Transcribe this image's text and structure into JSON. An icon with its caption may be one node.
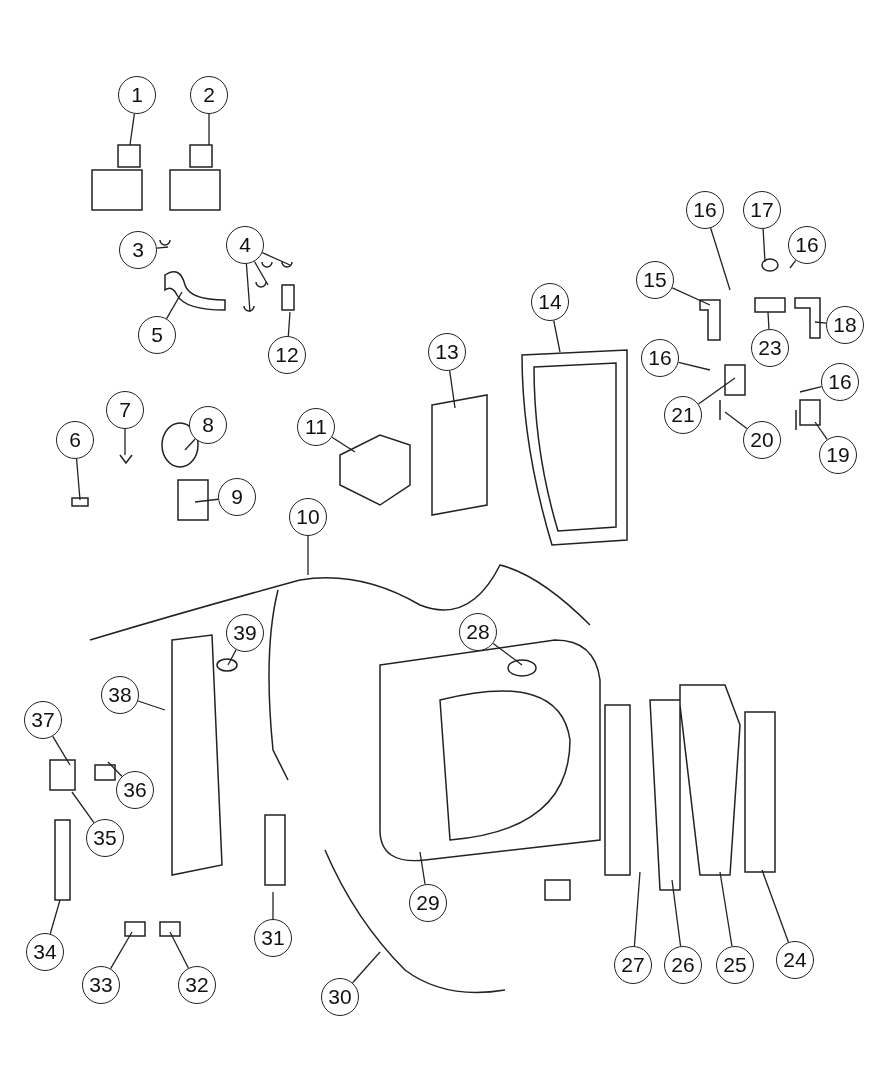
{
  "diagram": {
    "nodes": [
      {
        "text": [
          "1"
        ]
      },
      {
        "text": [
          "2"
        ]
      },
      {
        "text": [
          "3"
        ]
      },
      {
        "text": [
          "4"
        ]
      },
      {
        "text": [
          "5"
        ]
      },
      {
        "text": [
          "6"
        ]
      },
      {
        "text": [
          "7"
        ]
      },
      {
        "text": [
          "8"
        ]
      },
      {
        "text": [
          "9"
        ]
      },
      {
        "text": [
          "10"
        ]
      },
      {
        "text": [
          "11"
        ]
      },
      {
        "text": [
          "12"
        ]
      },
      {
        "text": [
          "13"
        ]
      },
      {
        "text": [
          "14"
        ]
      },
      {
        "text": [
          "15"
        ]
      },
      {
        "text": [
          "16"
        ]
      },
      {
        "text": [
          "16"
        ]
      },
      {
        "text": [
          "16"
        ]
      },
      {
        "text": [
          "16"
        ]
      },
      {
        "text": [
          "17"
        ]
      },
      {
        "text": [
          "18"
        ]
      },
      {
        "text": [
          "19"
        ]
      },
      {
        "text": [
          "20"
        ]
      },
      {
        "text": [
          "21"
        ]
      },
      {
        "text": [
          "23"
        ]
      },
      {
        "text": [
          "24"
        ]
      },
      {
        "text": [
          "25"
        ]
      },
      {
        "text": [
          "26"
        ]
      },
      {
        "text": [
          "27"
        ]
      },
      {
        "text": [
          "28"
        ]
      },
      {
        "text": [
          "29"
        ]
      },
      {
        "text": [
          "30"
        ]
      },
      {
        "text": [
          "31"
        ]
      },
      {
        "text": [
          "32"
        ]
      },
      {
        "text": [
          "33"
        ]
      },
      {
        "text": [
          "34"
        ]
      },
      {
        "text": [
          "35"
        ]
      },
      {
        "text": [
          "36"
        ]
      },
      {
        "text": [
          "37"
        ]
      },
      {
        "text": [
          "38"
        ]
      },
      {
        "text": [
          "39"
        ]
      }
    ],
    "edges": [
      {
        "from": 0,
        "to": null,
        "arrow": "none"
      },
      {
        "from": 1,
        "to": null,
        "arrow": "none"
      },
      {
        "from": 2,
        "to": null,
        "arrow": "none"
      },
      {
        "from": 3,
        "to": null,
        "arrow": "none"
      },
      {
        "from": 3,
        "to": null,
        "arrow": "none"
      },
      {
        "from": 3,
        "to": null,
        "arrow": "none"
      },
      {
        "from": 4,
        "to": null,
        "arrow": "none"
      },
      {
        "from": 5,
        "to": null,
        "arrow": "none"
      },
      {
        "from": 6,
        "to": null,
        "arrow": "none"
      },
      {
        "from": 7,
        "to": null,
        "arrow": "none"
      },
      {
        "from": 8,
        "to": null,
        "arrow": "none"
      },
      {
        "from": 9,
        "to": null,
        "arrow": "none"
      },
      {
        "from": 10,
        "to": null,
        "arrow": "none"
      },
      {
        "from": 11,
        "to": null,
        "arrow": "none"
      },
      {
        "from": 12,
        "to": null,
        "arrow": "none"
      },
      {
        "from": 13,
        "to": null,
        "arrow": "none"
      },
      {
        "from": 14,
        "to": null,
        "arrow": "none"
      },
      {
        "from": 15,
        "to": null,
        "arrow": "none"
      },
      {
        "from": 16,
        "to": null,
        "arrow": "none"
      },
      {
        "from": 17,
        "to": null,
        "arrow": "none"
      },
      {
        "from": 18,
        "to": null,
        "arrow": "none"
      },
      {
        "from": 19,
        "to": null,
        "arrow": "none"
      },
      {
        "from": 20,
        "to": null,
        "arrow": "none"
      },
      {
        "from": 21,
        "to": null,
        "arrow": "none"
      },
      {
        "from": 22,
        "to": null,
        "arrow": "none"
      },
      {
        "from": 23,
        "to": null,
        "arrow": "none"
      },
      {
        "from": 24,
        "to": null,
        "arrow": "none"
      },
      {
        "from": 25,
        "to": null,
        "arrow": "none"
      },
      {
        "from": 26,
        "to": null,
        "arrow": "none"
      },
      {
        "from": 27,
        "to": null,
        "arrow": "none"
      },
      {
        "from": 28,
        "to": null,
        "arrow": "none"
      },
      {
        "from": 29,
        "to": null,
        "arrow": "none"
      },
      {
        "from": 30,
        "to": null,
        "arrow": "none"
      },
      {
        "from": 31,
        "to": null,
        "arrow": "none"
      },
      {
        "from": 32,
        "to": null,
        "arrow": "none"
      },
      {
        "from": 33,
        "to": null,
        "arrow": "none"
      },
      {
        "from": 34,
        "to": null,
        "arrow": "none"
      },
      {
        "from": 35,
        "to": null,
        "arrow": "none"
      },
      {
        "from": 36,
        "to": null,
        "arrow": "none"
      },
      {
        "from": 37,
        "to": null,
        "arrow": "none"
      },
      {
        "from": 38,
        "to": null,
        "arrow": "none"
      },
      {
        "from": 39,
        "to": null,
        "arrow": "none"
      },
      {
        "from": 40,
        "to": null,
        "arrow": "none"
      }
    ]
  }
}
